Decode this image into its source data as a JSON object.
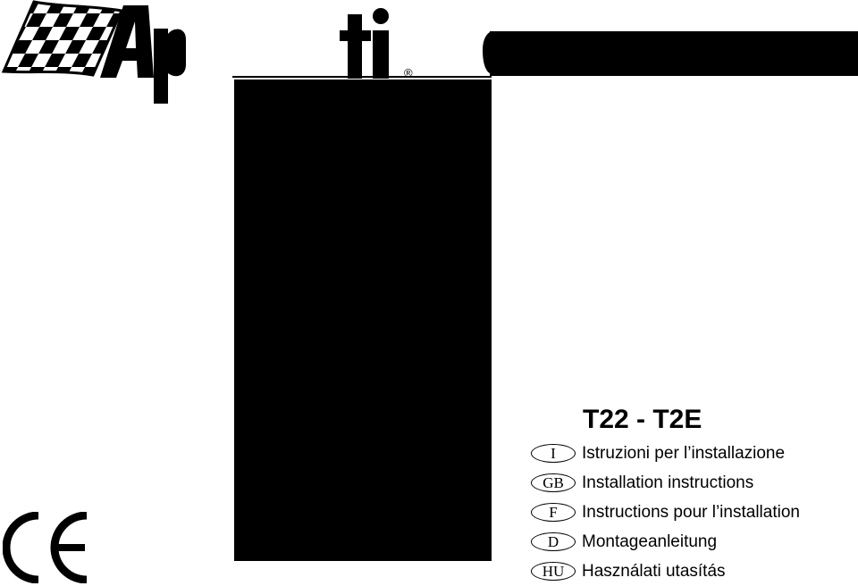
{
  "brand": {
    "visible_letters": "Ap ti",
    "registered_mark": "®"
  },
  "product": {
    "model": "T22 - T2E"
  },
  "languages": [
    {
      "code": "I",
      "label": "Istruzioni per l’installazione"
    },
    {
      "code": "GB",
      "label": "Installation instructions"
    },
    {
      "code": "F",
      "label": "Instructions pour l’installation"
    },
    {
      "code": "D",
      "label": "Montageanleitung"
    },
    {
      "code": "HU",
      "label": "Használati utasítás"
    }
  ],
  "marks": {
    "ce": "CE"
  },
  "colors": {
    "ink": "#000000",
    "paper": "#ffffff"
  }
}
